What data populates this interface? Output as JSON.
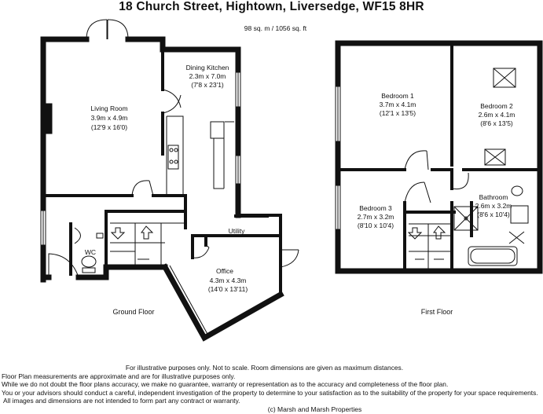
{
  "title": "18 Church Street, Hightown, Liversedge, WF15 8HR",
  "area": "98 sq. m  / 1056 sq. ft",
  "floors": {
    "ground": {
      "label": "Ground Floor",
      "rooms": {
        "living": {
          "name": "Living Room",
          "metric": "3.9m x 4.9m",
          "imperial": "(12'9 x 16'0)"
        },
        "dining": {
          "name": "Dining Kitchen",
          "metric": "2.3m x 7.0m",
          "imperial": "(7'8 x 23'1)"
        },
        "utility": {
          "name": "Utility"
        },
        "wc": {
          "name": "WC"
        },
        "office": {
          "name": "Office",
          "metric": "4.3m x 4.3m",
          "imperial": "(14'0 x 13'11)"
        }
      }
    },
    "first": {
      "label": "First Floor",
      "rooms": {
        "bedroom1": {
          "name": "Bedroom 1",
          "metric": "3.7m x 4.1m",
          "imperial": "(12'1 x 13'5)"
        },
        "bedroom2": {
          "name": "Bedroom 2",
          "metric": "2.6m x 4.1m",
          "imperial": "(8'6 x 13'5)"
        },
        "bedroom3": {
          "name": "Bedroom 3",
          "metric": "2.7m x 3.2m",
          "imperial": "(8'10 x 10'4)"
        },
        "bathroom": {
          "name": "Bathroom",
          "metric": "2.6m x 3.2m",
          "imperial": "(8'6 x 10'4)"
        }
      }
    }
  },
  "disclaimer": {
    "line1": "For illustrative purposes only.  Not to scale.  Room dimensions are given as maximum distances.",
    "line2": "Floor Plan measurements are approximate and are for illustrative purposes only.",
    "line3": "While we do not doubt the floor plans accuracy, we make no guarantee, warranty or representation as to the accuracy and completeness of the floor plan.",
    "line4": "You or your advisors should conduct a careful, independent investigation of the property to determine to your satisfaction as to the suitability of the property for your space requirements.",
    "line5": "All images and dimensions are not intended to form part any contract or warranty."
  },
  "copyright": "(c) Marsh and Marsh Properties"
}
